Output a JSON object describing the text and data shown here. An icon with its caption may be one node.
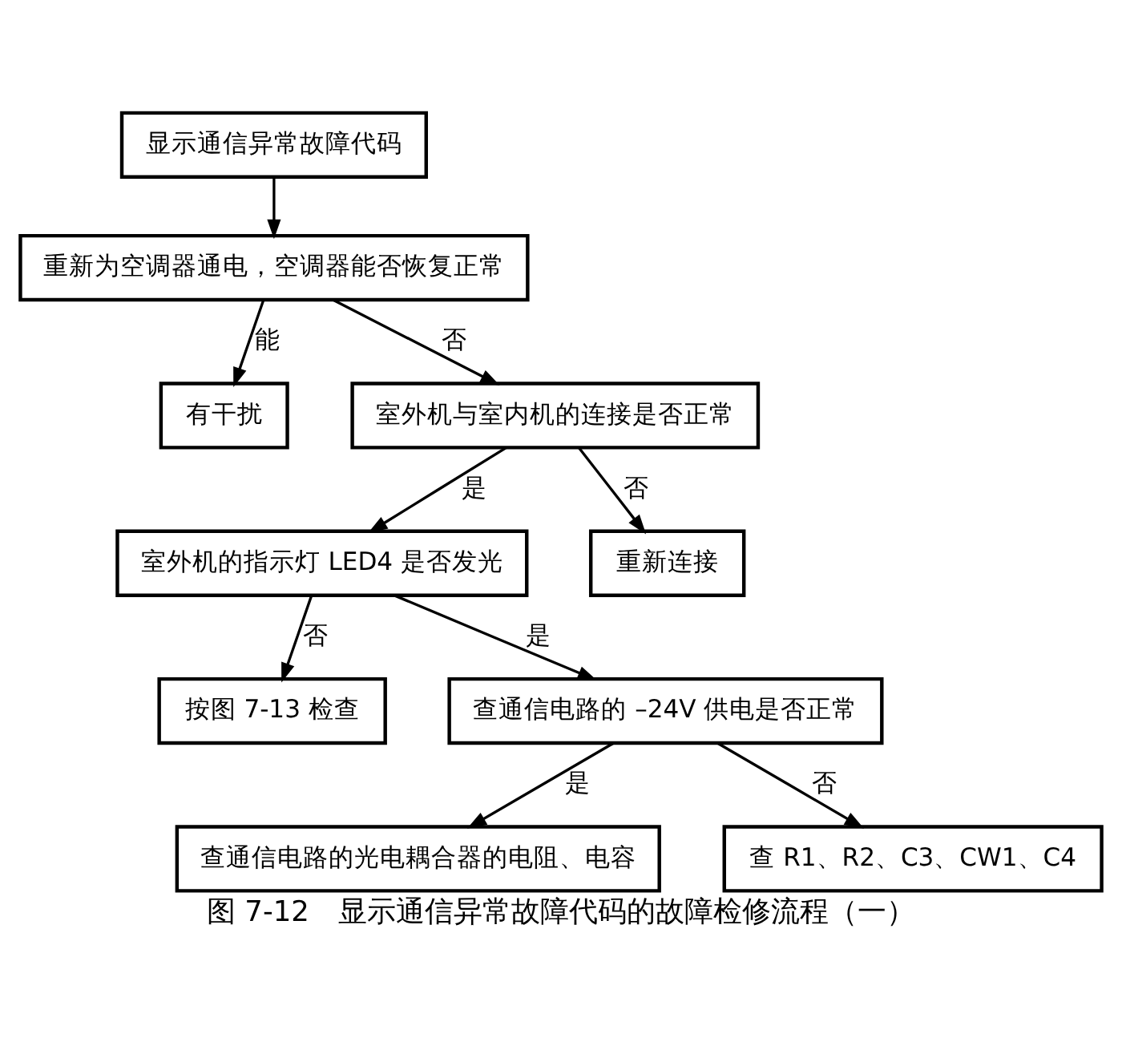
{
  "diagram": {
    "caption": "图 7-12　显示通信异常故障代码的故障检修流程（一）",
    "nodes": [
      {
        "text": [
          "显示通信异常故障代码"
        ]
      },
      {
        "text": [
          "重新为空调器通电，空调器能否恢复正常"
        ]
      },
      {
        "text": [
          "有干扰"
        ]
      },
      {
        "text": [
          "室外机与室内机的连接是否正常"
        ]
      },
      {
        "text": [
          "室外机的指示灯 LED4 是否发光"
        ]
      },
      {
        "text": [
          "重新连接"
        ]
      },
      {
        "text": [
          "按图 7-13 检查"
        ]
      },
      {
        "text": [
          "查通信电路的 –24V 供电是否正常"
        ]
      },
      {
        "text": [
          "查通信电路的光电耦合器的电阻、电容"
        ]
      },
      {
        "text": [
          "查 R1、R2、C3、CW1、C4"
        ]
      }
    ],
    "edges": [
      {
        "from": 0,
        "to": 1,
        "arrow": "to"
      },
      {
        "from": 1,
        "to": 2,
        "arrow": "to",
        "label": "能"
      },
      {
        "from": 1,
        "to": 3,
        "arrow": "to",
        "label": "否"
      },
      {
        "from": 3,
        "to": 4,
        "arrow": "to",
        "label": "是"
      },
      {
        "from": 3,
        "to": 5,
        "arrow": "to",
        "label": "否"
      },
      {
        "from": 4,
        "to": 6,
        "arrow": "to",
        "label": "否"
      },
      {
        "from": 4,
        "to": 7,
        "arrow": "to",
        "label": "是"
      },
      {
        "from": 7,
        "to": 8,
        "arrow": "to",
        "label": "是"
      },
      {
        "from": 7,
        "to": 9,
        "arrow": "to",
        "label": "否"
      }
    ]
  }
}
